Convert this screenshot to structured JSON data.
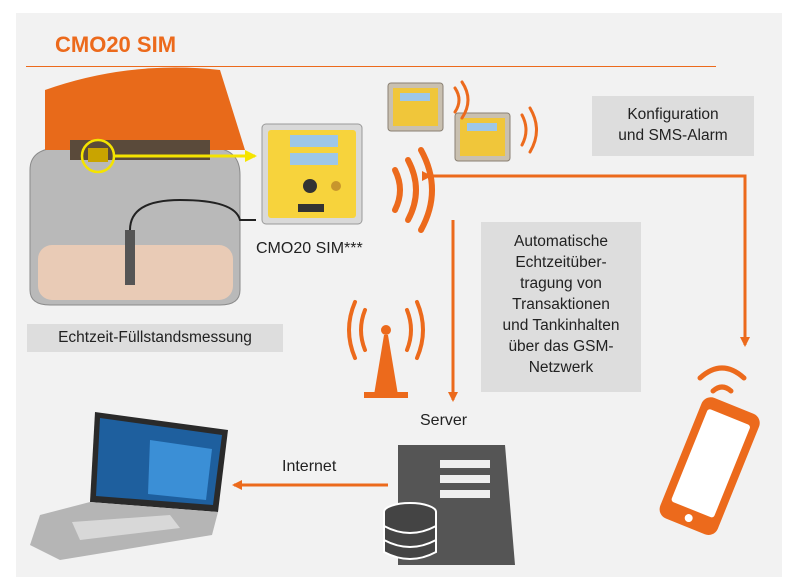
{
  "title": "CMO20 SIM",
  "labels": {
    "tank_caption": "Echtzeit-Füllstandsmessung",
    "device_caption": "CMO20 SIM***",
    "config_line1": "Konfiguration",
    "config_line2": "und SMS-Alarm",
    "transfer_lines": [
      "Automatische",
      "Echtzeitüber-",
      "tragung von",
      "Transaktionen",
      "und Tankinhalten",
      "über das GSM-",
      "Netzwerk"
    ],
    "server": "Server",
    "internet": "Internet"
  },
  "colors": {
    "accent": "#ec6a1c",
    "highlight": "#f5e400",
    "panel": "#f2f2f2",
    "label_box": "#dddddd"
  }
}
